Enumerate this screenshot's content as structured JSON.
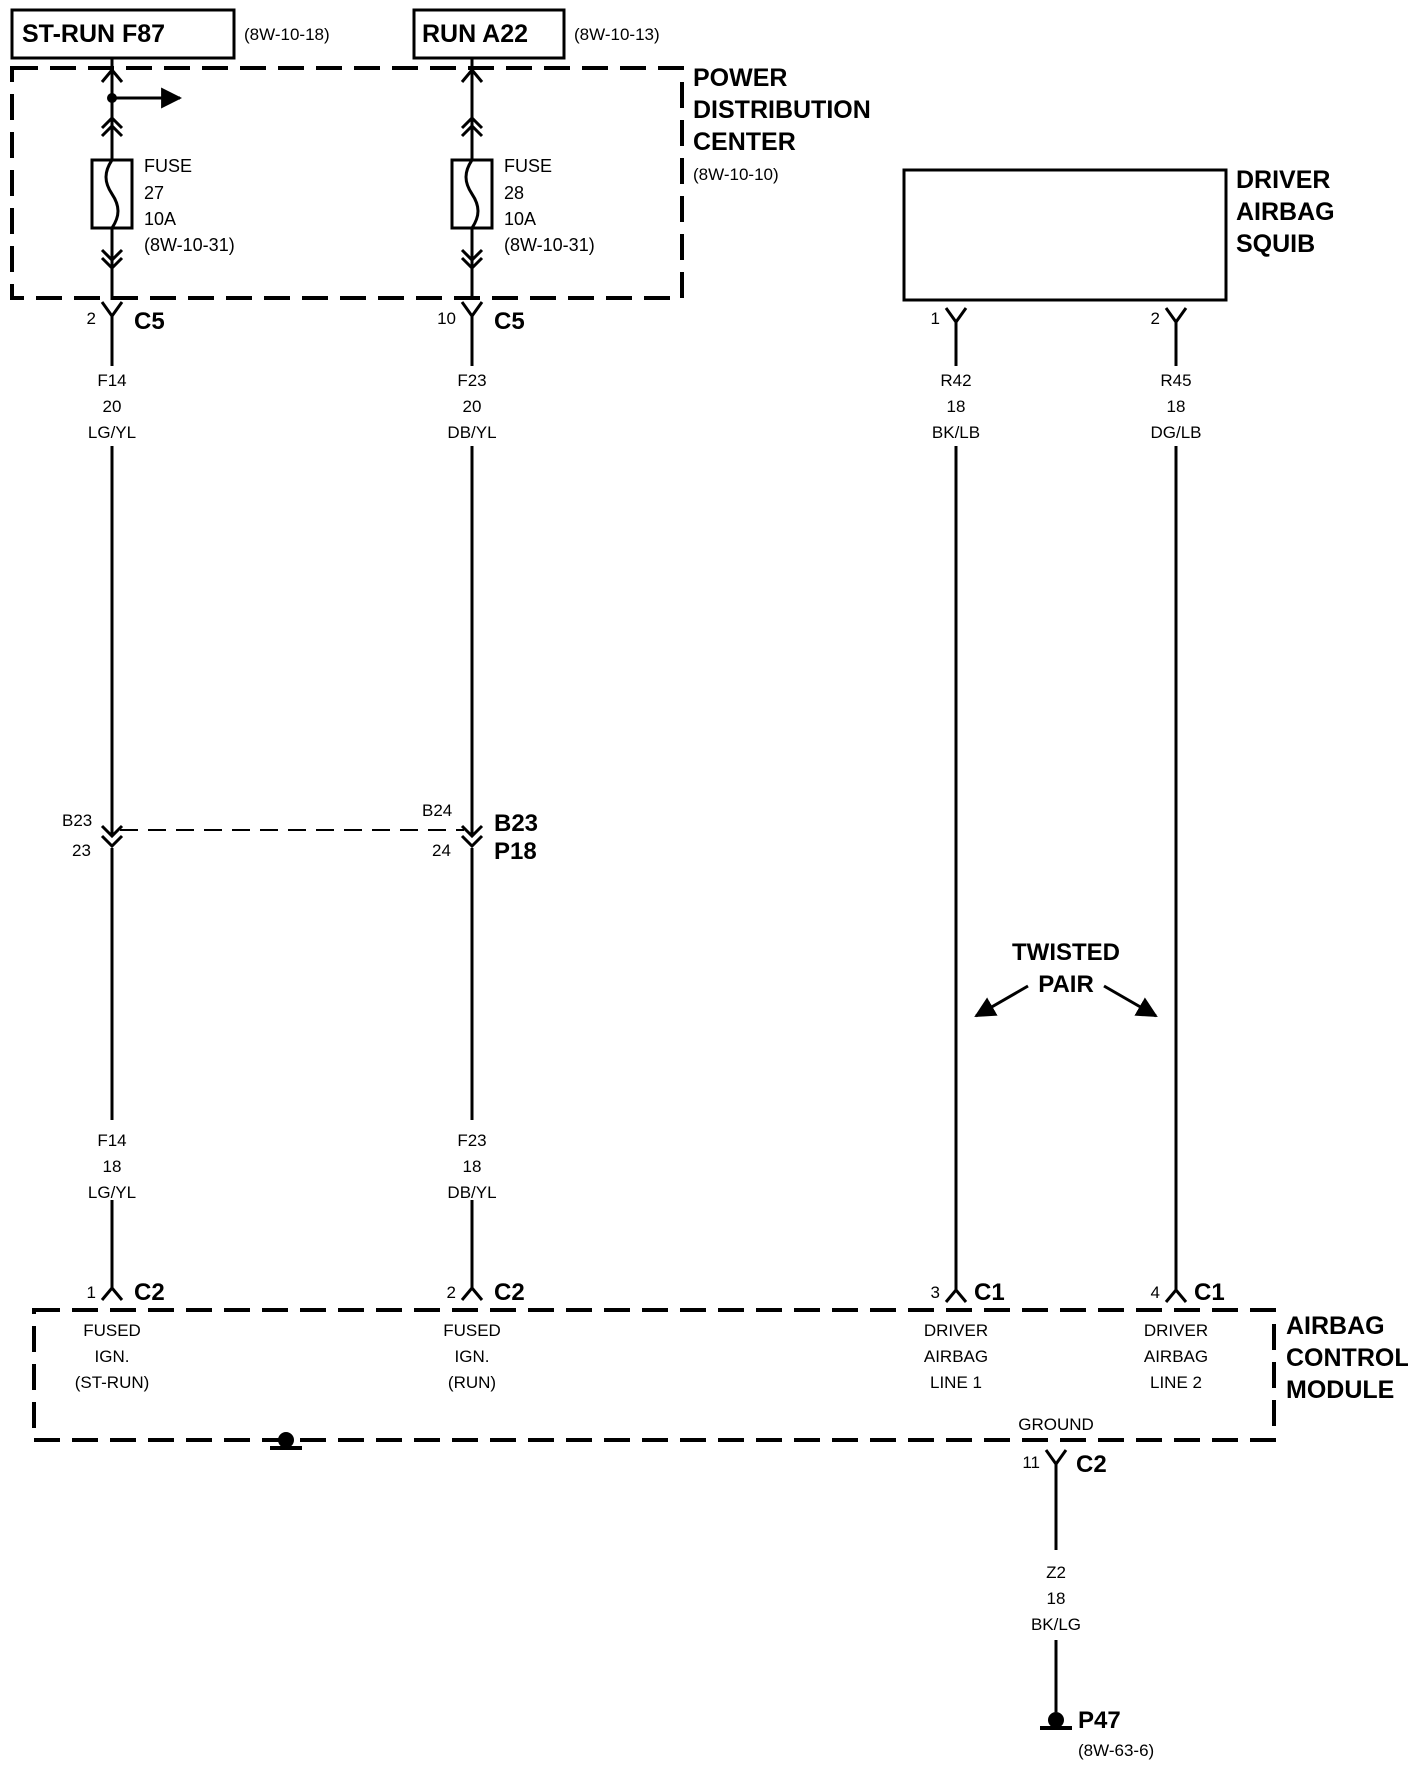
{
  "sources": {
    "st_run": {
      "label": "ST-RUN F87",
      "ref": "(8W-10-18)"
    },
    "run": {
      "label": "RUN A22",
      "ref": "(8W-10-13)"
    }
  },
  "pdc": {
    "line1": "POWER",
    "line2": "DISTRIBUTION",
    "line3": "CENTER",
    "ref": "(8W-10-10)"
  },
  "fuses": [
    {
      "title": "FUSE",
      "number": "27",
      "rating": "10A",
      "ref": "(8W-10-31)"
    },
    {
      "title": "FUSE",
      "number": "28",
      "rating": "10A",
      "ref": "(8W-10-31)"
    }
  ],
  "squib": {
    "line1": "DRIVER",
    "line2": "AIRBAG",
    "line3": "SQUIB"
  },
  "connectors": {
    "c5a": {
      "pin": "2",
      "name": "C5"
    },
    "c5b": {
      "pin": "10",
      "name": "C5"
    },
    "sq1": {
      "pin": "1"
    },
    "sq2": {
      "pin": "2"
    },
    "inline_left": {
      "top": "B23",
      "pin": "23"
    },
    "inline_right": {
      "top": "B24",
      "pin": "24",
      "name1": "B23",
      "name2": "P18"
    },
    "c2a": {
      "pin": "1",
      "name": "C2"
    },
    "c2b": {
      "pin": "2",
      "name": "C2"
    },
    "c1a": {
      "pin": "3",
      "name": "C1"
    },
    "c1b": {
      "pin": "4",
      "name": "C1"
    },
    "c2g": {
      "pin": "11",
      "name": "C2"
    }
  },
  "wires": {
    "w1_top": {
      "circuit": "F14",
      "gauge": "20",
      "color": "LG/YL"
    },
    "w2_top": {
      "circuit": "F23",
      "gauge": "20",
      "color": "DB/YL"
    },
    "w3": {
      "circuit": "R42",
      "gauge": "18",
      "color": "BK/LB"
    },
    "w4": {
      "circuit": "R45",
      "gauge": "18",
      "color": "DG/LB"
    },
    "w1_bot": {
      "circuit": "F14",
      "gauge": "18",
      "color": "LG/YL"
    },
    "w2_bot": {
      "circuit": "F23",
      "gauge": "18",
      "color": "DB/YL"
    },
    "w_gnd": {
      "circuit": "Z2",
      "gauge": "18",
      "color": "BK/LG"
    }
  },
  "twisted": {
    "line1": "TWISTED",
    "line2": "PAIR"
  },
  "acm": {
    "line1": "AIRBAG",
    "line2": "CONTROL",
    "line3": "MODULE",
    "pins": [
      {
        "l1": "FUSED",
        "l2": "IGN.",
        "l3": "(ST-RUN)"
      },
      {
        "l1": "FUSED",
        "l2": "IGN.",
        "l3": "(RUN)"
      },
      {
        "l1": "DRIVER",
        "l2": "AIRBAG",
        "l3": "LINE 1"
      },
      {
        "l1": "DRIVER",
        "l2": "AIRBAG",
        "l3": "LINE 2"
      }
    ],
    "ground": "GROUND"
  },
  "ground_point": {
    "name": "P47",
    "ref": "(8W-63-6)"
  }
}
